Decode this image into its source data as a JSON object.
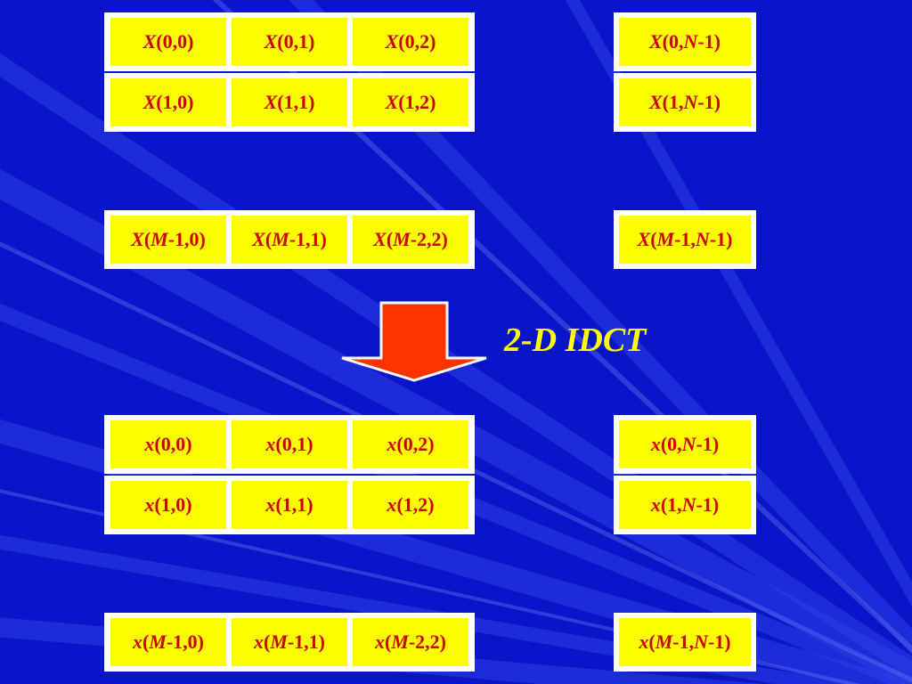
{
  "colors": {
    "background": "#0a14c8",
    "cell_fill": "#ffff00",
    "cell_text": "#cc0000",
    "cell_border": "#ffffff",
    "arrow": "#ff3300",
    "operation_label": "#ffff00"
  },
  "input_grid": {
    "rows": [
      {
        "left": [
          [
            "X",
            "(0,0)"
          ],
          [
            "X",
            "(0,1)"
          ],
          [
            "X",
            "(0,2)"
          ]
        ],
        "right": [
          [
            "X",
            "(0,",
            "N",
            "-1)"
          ]
        ]
      },
      {
        "left": [
          [
            "X",
            "(1,0)"
          ],
          [
            "X",
            "(1,1)"
          ],
          [
            "X",
            "(1,2)"
          ]
        ],
        "right": [
          [
            "X",
            "(1,",
            "N",
            "-1)"
          ]
        ]
      },
      {
        "left": [
          [
            "X",
            "(",
            "M",
            "-1,0)"
          ],
          [
            "X",
            "(",
            "M",
            "-1,1)"
          ],
          [
            "X",
            "(",
            "M",
            "-2,2)"
          ]
        ],
        "right": [
          [
            "X",
            "(",
            "M",
            "-1,",
            "N",
            "-1)"
          ]
        ]
      }
    ]
  },
  "operation": {
    "label": "2-D IDCT",
    "arrow_icon": "down-arrow"
  },
  "output_grid": {
    "rows": [
      {
        "left": [
          [
            "x",
            "(0,0)"
          ],
          [
            "x",
            "(0,1)"
          ],
          [
            "x",
            "(0,2)"
          ]
        ],
        "right": [
          [
            "x",
            "(0,",
            "N",
            "-1)"
          ]
        ]
      },
      {
        "left": [
          [
            "x",
            "(1,0)"
          ],
          [
            "x",
            "(1,1)"
          ],
          [
            "x",
            "(1,2)"
          ]
        ],
        "right": [
          [
            "x",
            "(1,",
            "N",
            "-1)"
          ]
        ]
      },
      {
        "left": [
          [
            "x",
            "(",
            "M",
            "-1,0)"
          ],
          [
            "x",
            "(",
            "M",
            "-1,1)"
          ],
          [
            "x",
            "(",
            "M",
            "-2,2)"
          ]
        ],
        "right": [
          [
            "x",
            "(",
            "M",
            "-1,",
            "N",
            "-1)"
          ]
        ]
      }
    ]
  }
}
